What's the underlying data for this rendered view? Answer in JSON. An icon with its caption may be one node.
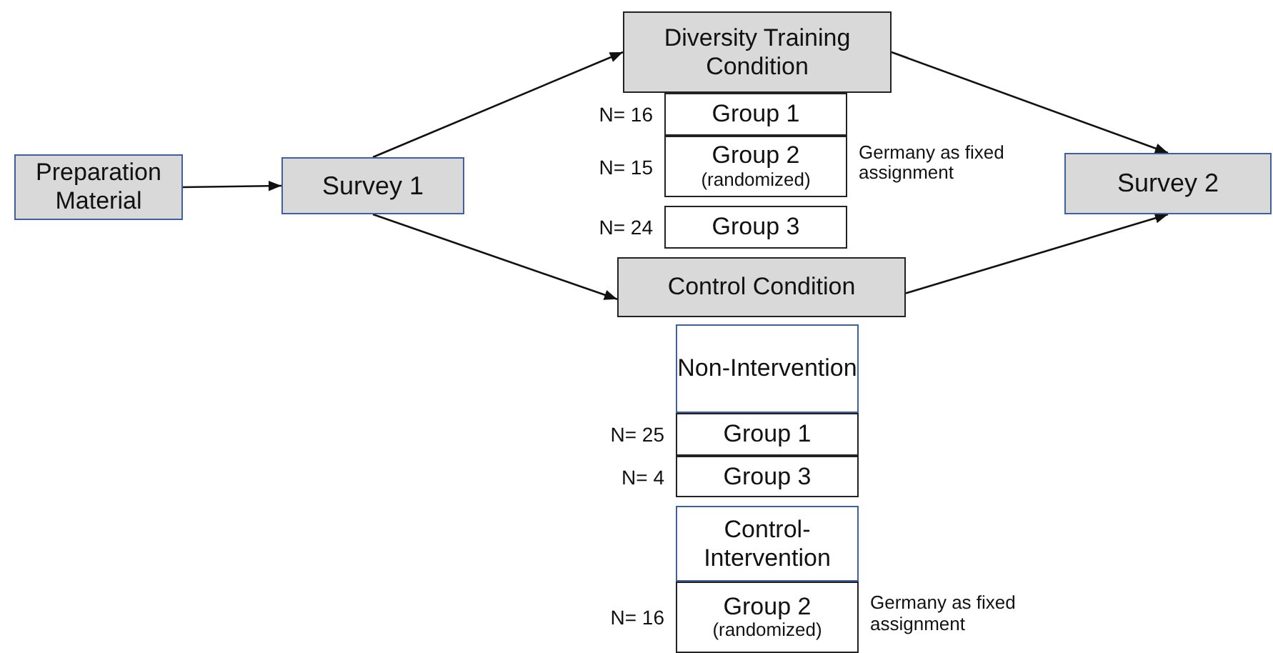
{
  "diagram": {
    "nodes": [
      {
        "text": [
          "Preparation Material"
        ]
      },
      {
        "text": [
          "Survey 1"
        ]
      },
      {
        "text": [
          "Diversity Training Condition"
        ]
      },
      {
        "text": [
          "Group 1"
        ],
        "beside": [
          "N= 16"
        ]
      },
      {
        "text": [
          "Group 2",
          "(randomized)"
        ],
        "beside": [
          "N= 15",
          "Germany as fixed assignment"
        ]
      },
      {
        "text": [
          "Group 3"
        ],
        "beside": [
          "N= 24"
        ]
      },
      {
        "text": [
          "Control Condition"
        ]
      },
      {
        "text": [
          "Survey 2"
        ]
      },
      {
        "text": [
          "Non-Intervention"
        ]
      },
      {
        "text": [
          "Group 1"
        ],
        "beside": [
          "N= 25"
        ]
      },
      {
        "text": [
          "Group 3"
        ],
        "beside": [
          "N= 4"
        ]
      },
      {
        "text": [
          "Control-Intervention"
        ]
      },
      {
        "text": [
          "Group 2",
          "(randomized)"
        ],
        "beside": [
          "N= 16",
          "Germany as fixed assignment"
        ]
      }
    ],
    "edges": [
      {
        "from": 0,
        "to": 1,
        "arrow": "to"
      },
      {
        "from": 1,
        "to": 2,
        "arrow": "to"
      },
      {
        "from": 1,
        "to": 6,
        "arrow": "to"
      },
      {
        "from": 2,
        "to": 7,
        "arrow": "to"
      },
      {
        "from": 6,
        "to": 7,
        "arrow": "to"
      }
    ]
  }
}
